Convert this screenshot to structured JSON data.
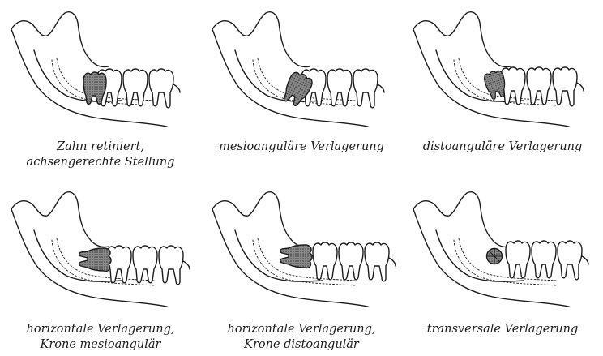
{
  "figures": [
    {
      "id": "retained",
      "variant": "upright",
      "caption_lines": [
        "Zahn retiniert,",
        "achsengerechte Stellung"
      ]
    },
    {
      "id": "mesio",
      "variant": "mesio",
      "caption_lines": [
        "mesioanguläre Verlagerung"
      ]
    },
    {
      "id": "disto",
      "variant": "disto",
      "caption_lines": [
        "distoanguläre Verlagerung"
      ]
    },
    {
      "id": "horiz-mesio",
      "variant": "horizontal",
      "caption_lines": [
        "horizontale Verlagerung,",
        "Krone mesioangulär"
      ]
    },
    {
      "id": "horiz-disto",
      "variant": "horizontal-disto",
      "caption_lines": [
        "horizontale Verlagerung,",
        "Krone distoangulär"
      ]
    },
    {
      "id": "transverse",
      "variant": "transverse",
      "caption_lines": [
        "transversale Verlagerung"
      ]
    }
  ],
  "colors": {
    "outline": "#1a1a1a",
    "impacted_fill": "#6e6e6e",
    "background": "#ffffff"
  }
}
